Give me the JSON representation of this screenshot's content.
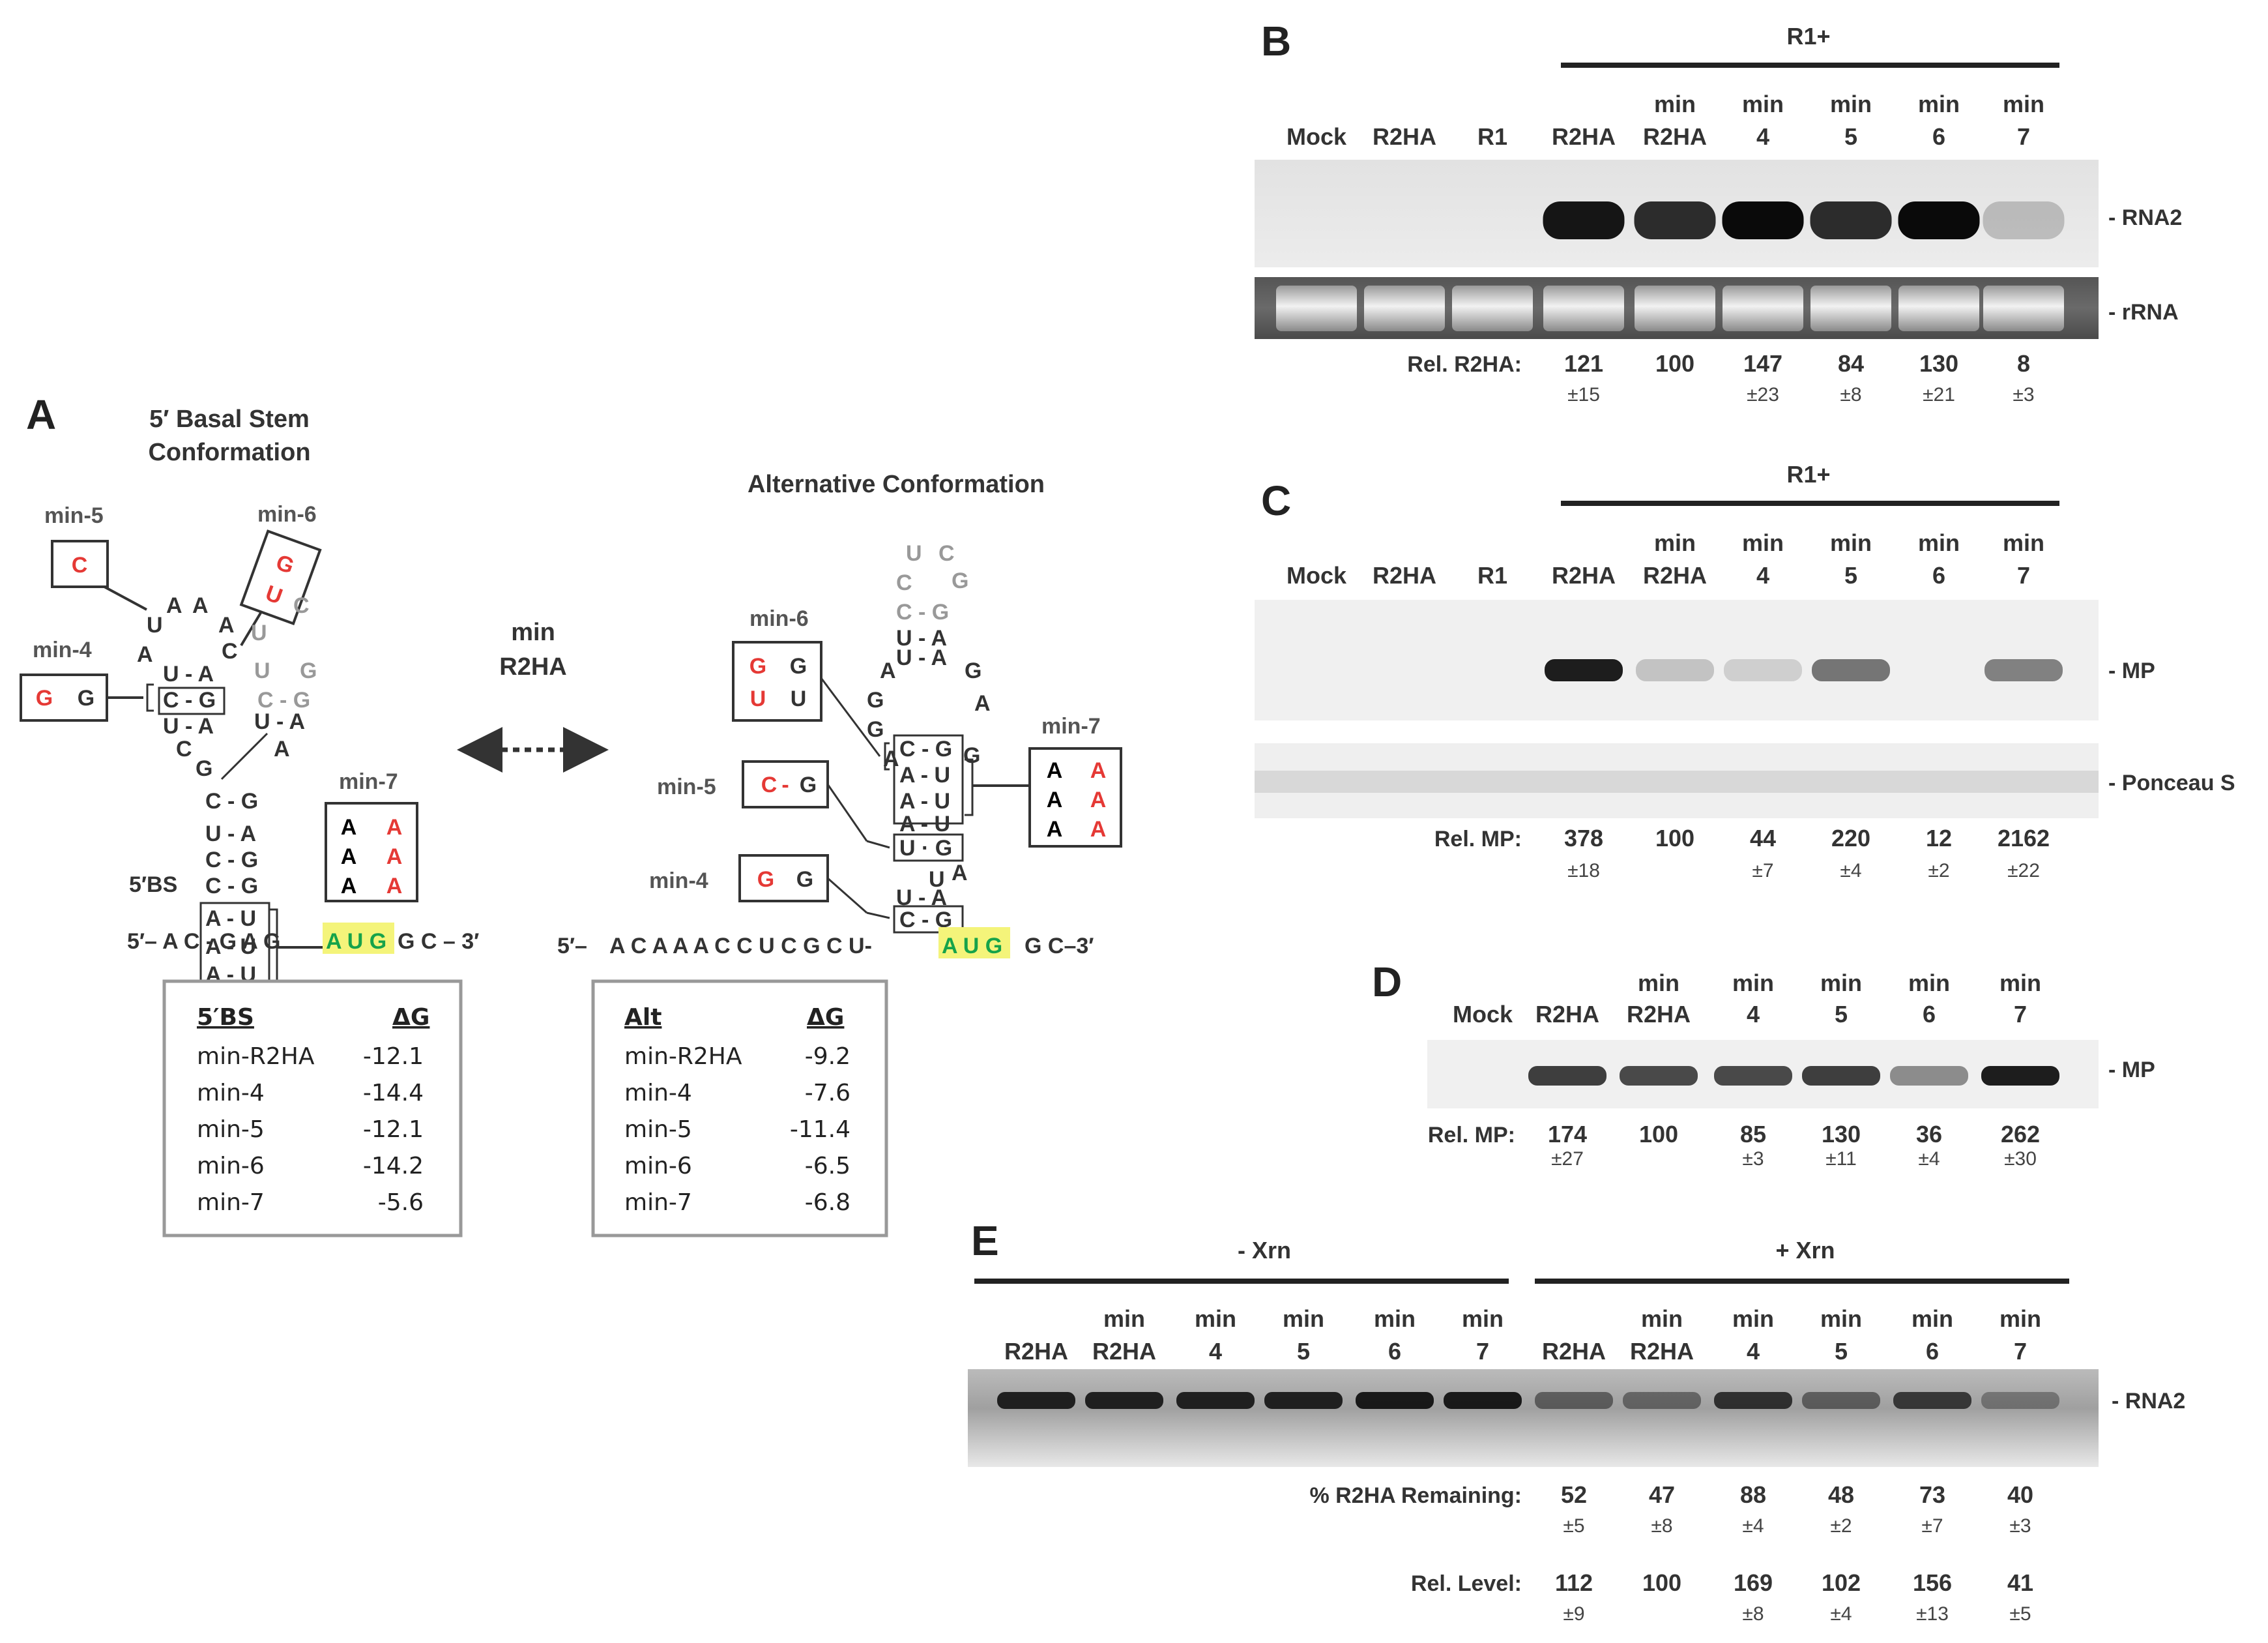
{
  "panelA": {
    "label": "A",
    "left_title_1": "5′ Basal Stem",
    "left_title_2": "Conformation",
    "right_title": "Alternative Conformation",
    "arrow_label_1": "min",
    "arrow_label_2": "R2HA",
    "bs_label": "5′BS",
    "left_seq": [
      "5′–",
      "A",
      "C",
      "-",
      "G",
      "A",
      "G",
      "A",
      "U",
      "G",
      "G",
      "C",
      "–",
      "3′"
    ],
    "right_seq_5": "5′–",
    "right_seq": "A C A A A C C U C G C U-",
    "right_aug": "A U G",
    "right_tail": "G C–3′",
    "mut_labels": {
      "min5": "min-5",
      "min6": "min-6",
      "min4": "min-4",
      "min7": "min-7"
    },
    "left_table": {
      "h1": "5′BS",
      "h2": "ΔG",
      "rows": [
        [
          "min-R2HA",
          "-12.1"
        ],
        [
          "min-4",
          "-14.4"
        ],
        [
          "min-5",
          "-12.1"
        ],
        [
          "min-6",
          "-14.2"
        ],
        [
          "min-7",
          "-5.6"
        ]
      ]
    },
    "right_table": {
      "h1": "Alt",
      "h2": "ΔG",
      "rows": [
        [
          "min-R2HA",
          "-9.2"
        ],
        [
          "min-4",
          "-7.6"
        ],
        [
          "min-5",
          "-11.4"
        ],
        [
          "min-6",
          "-6.5"
        ],
        [
          "min-7",
          "-6.8"
        ]
      ]
    }
  },
  "panelB": {
    "label": "B",
    "group_label": "R1+",
    "lanes_top": [
      "",
      "",
      "",
      "",
      "min",
      "min",
      "min",
      "min",
      "min"
    ],
    "lanes_bottom": [
      "Mock",
      "R2HA",
      "R1",
      "R2HA",
      "R2HA",
      "4",
      "5",
      "6",
      "7"
    ],
    "side_top": "- RNA2",
    "side_bottom": "- rRNA",
    "rel_label": "Rel. R2HA:",
    "band_intensity": [
      0,
      0,
      0,
      0.95,
      0.85,
      1.0,
      0.85,
      1.0,
      0.2
    ],
    "values": [
      "121",
      "100",
      "147",
      "84",
      "130",
      "8"
    ],
    "errors": [
      "±15",
      "",
      "±23",
      "±8",
      "±21",
      "±3"
    ]
  },
  "panelC": {
    "label": "C",
    "group_label": "R1+",
    "lanes_top": [
      "",
      "",
      "",
      "",
      "min",
      "min",
      "min",
      "min",
      "min"
    ],
    "lanes_bottom": [
      "Mock",
      "R2HA",
      "R1",
      "R2HA",
      "R2HA",
      "4",
      "5",
      "6",
      "7"
    ],
    "side_top": "- MP",
    "side_bottom": "- Ponceau S",
    "rel_label": "Rel. MP:",
    "band_intensity": [
      0,
      0,
      0,
      0.95,
      0.2,
      0.15,
      0.55,
      0,
      0.5
    ],
    "values": [
      "378",
      "100",
      "44",
      "220",
      "12",
      "2162"
    ],
    "errors": [
      "±18",
      "",
      "±7",
      "±4",
      "±2",
      "±22"
    ]
  },
  "panelD": {
    "label": "D",
    "lanes_top": [
      "",
      "",
      "min",
      "min",
      "min",
      "min",
      "min"
    ],
    "lanes_bottom": [
      "Mock",
      "R2HA",
      "R2HA",
      "4",
      "5",
      "6",
      "7"
    ],
    "side": "- MP",
    "rel_label": "Rel. MP:",
    "band_intensity": [
      0,
      0.8,
      0.75,
      0.75,
      0.8,
      0.45,
      0.95
    ],
    "values": [
      "174",
      "100",
      "85",
      "130",
      "36",
      "262"
    ],
    "errors": [
      "±27",
      "",
      "±3",
      "±11",
      "±4",
      "±30"
    ]
  },
  "panelE": {
    "label": "E",
    "group_minus": "- Xrn",
    "group_plus": "+ Xrn",
    "lanes_top": [
      "",
      "min",
      "min",
      "min",
      "min",
      "min",
      "",
      "min",
      "min",
      "min",
      "min",
      "min"
    ],
    "lanes_bottom": [
      "R2HA",
      "R2HA",
      "4",
      "5",
      "6",
      "7",
      "R2HA",
      "R2HA",
      "4",
      "5",
      "6",
      "7"
    ],
    "side": "- RNA2",
    "band_intensity": [
      0.9,
      0.9,
      0.9,
      0.9,
      0.95,
      0.95,
      0.5,
      0.45,
      0.8,
      0.5,
      0.75,
      0.35
    ],
    "remaining_label": "% R2HA Remaining:",
    "remaining_values": [
      "52",
      "47",
      "88",
      "48",
      "73",
      "40"
    ],
    "remaining_errors": [
      "±5",
      "±8",
      "±4",
      "±2",
      "±7",
      "±3"
    ],
    "level_label": "Rel. Level:",
    "level_values": [
      "112",
      "100",
      "169",
      "102",
      "156",
      "41"
    ],
    "level_errors": [
      "±9",
      "",
      "±8",
      "±4",
      "±13",
      "±5"
    ]
  }
}
